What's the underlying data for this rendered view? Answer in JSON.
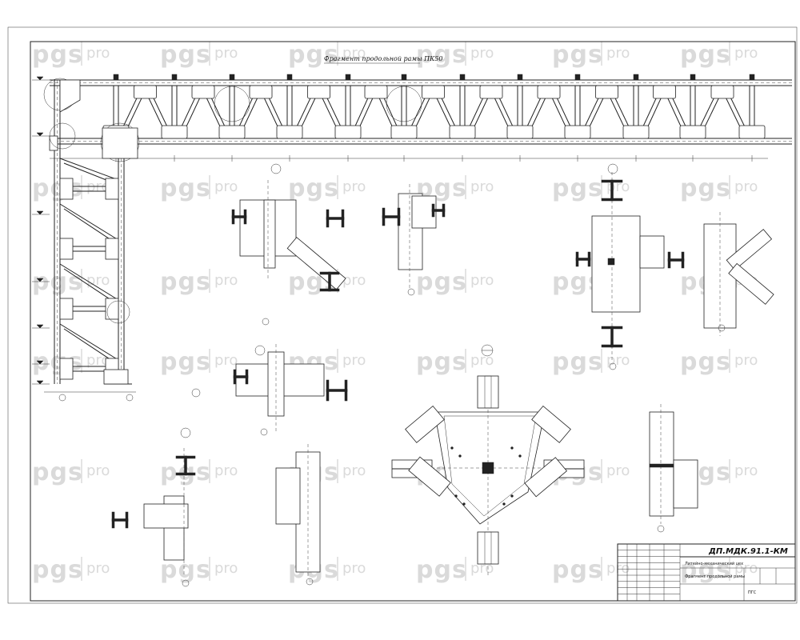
{
  "drawing": {
    "main_title": "Фрагмент продольной рамы ПК50",
    "sheet_code": "ДП.МДК.91.1-КМ",
    "watermark_brand": "pgs",
    "watermark_sub": "pro"
  },
  "title_block": {
    "project_name": "Литейно-механический цех",
    "sheet_name": "Фрагмент продольной рамы",
    "org": "ПГС"
  }
}
